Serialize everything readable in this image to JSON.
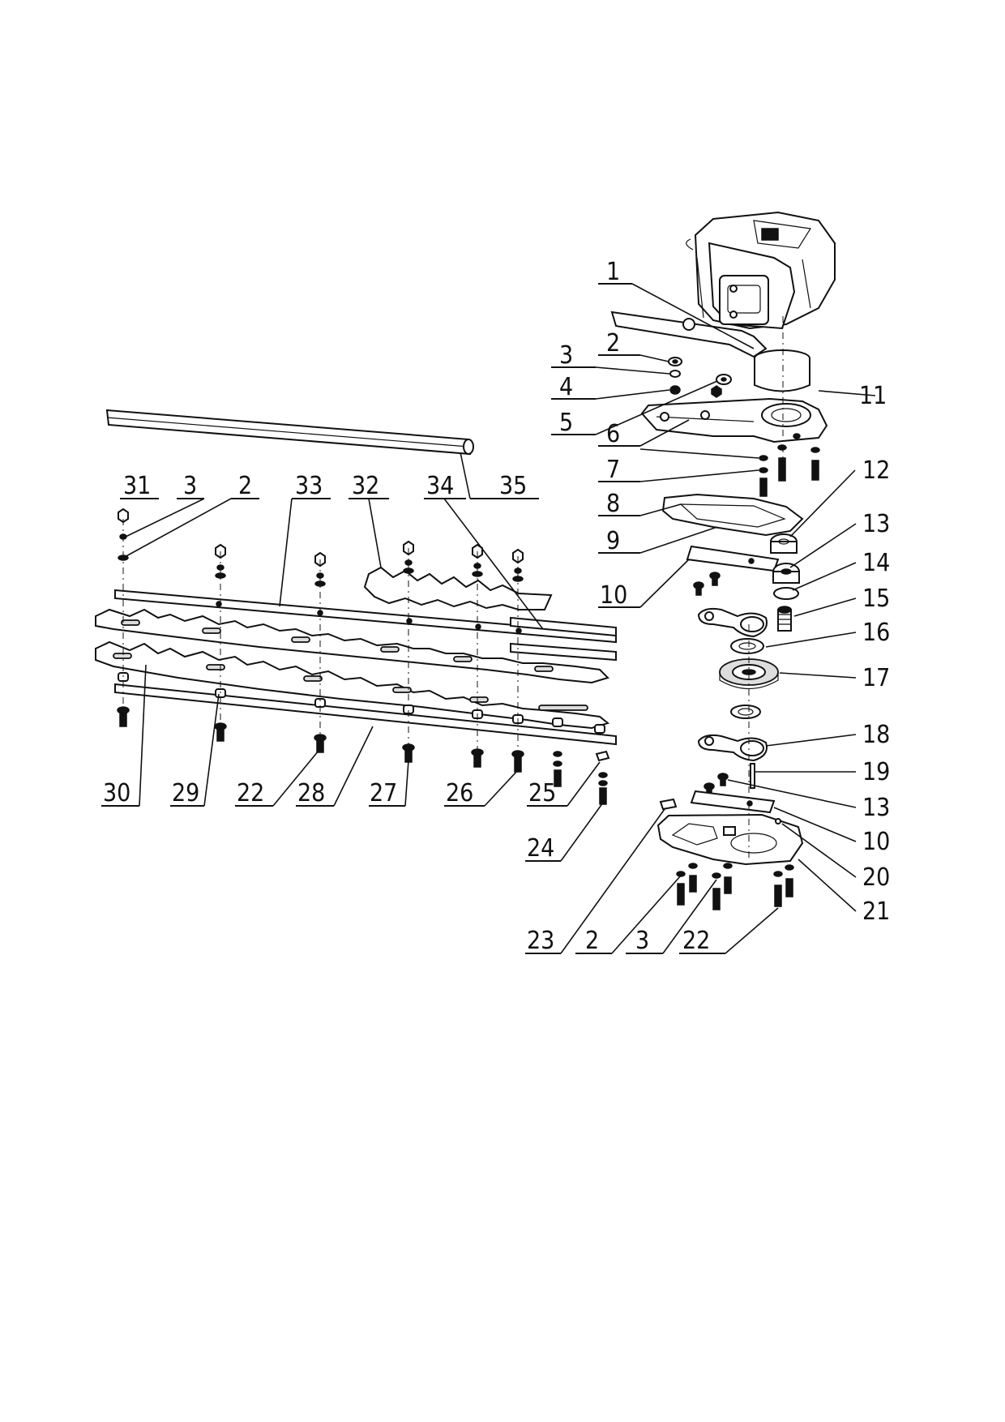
{
  "labels": [
    {
      "id": "1",
      "text": "1"
    },
    {
      "id": "2",
      "text": "2"
    },
    {
      "id": "3",
      "text": "3"
    },
    {
      "id": "4",
      "text": "4"
    },
    {
      "id": "5",
      "text": "5"
    },
    {
      "id": "6",
      "text": "6"
    },
    {
      "id": "7",
      "text": "7"
    },
    {
      "id": "8",
      "text": "8"
    },
    {
      "id": "9",
      "text": "9"
    },
    {
      "id": "10",
      "text": "10"
    },
    {
      "id": "10b",
      "text": "10"
    },
    {
      "id": "11",
      "text": "11"
    },
    {
      "id": "12",
      "text": "12"
    },
    {
      "id": "13",
      "text": "13"
    },
    {
      "id": "13b",
      "text": "13"
    },
    {
      "id": "14",
      "text": "14"
    },
    {
      "id": "15",
      "text": "15"
    },
    {
      "id": "16",
      "text": "16"
    },
    {
      "id": "17",
      "text": "17"
    },
    {
      "id": "18",
      "text": "18"
    },
    {
      "id": "19",
      "text": "19"
    },
    {
      "id": "20",
      "text": "20"
    },
    {
      "id": "21",
      "text": "21"
    },
    {
      "id": "22",
      "text": "22"
    },
    {
      "id": "22b",
      "text": "22"
    },
    {
      "id": "23",
      "text": "23"
    },
    {
      "id": "2b",
      "text": "2"
    },
    {
      "id": "3b",
      "text": "3"
    },
    {
      "id": "24",
      "text": "24"
    },
    {
      "id": "25",
      "text": "25"
    },
    {
      "id": "26",
      "text": "26"
    },
    {
      "id": "27",
      "text": "27"
    },
    {
      "id": "28",
      "text": "28"
    },
    {
      "id": "29",
      "text": "29"
    },
    {
      "id": "30",
      "text": "30"
    },
    {
      "id": "31",
      "text": "31"
    },
    {
      "id": "3c",
      "text": "3"
    },
    {
      "id": "2c",
      "text": "2"
    },
    {
      "id": "33",
      "text": "33"
    },
    {
      "id": "32",
      "text": "32"
    },
    {
      "id": "34",
      "text": "34"
    },
    {
      "id": "35",
      "text": "35"
    }
  ]
}
